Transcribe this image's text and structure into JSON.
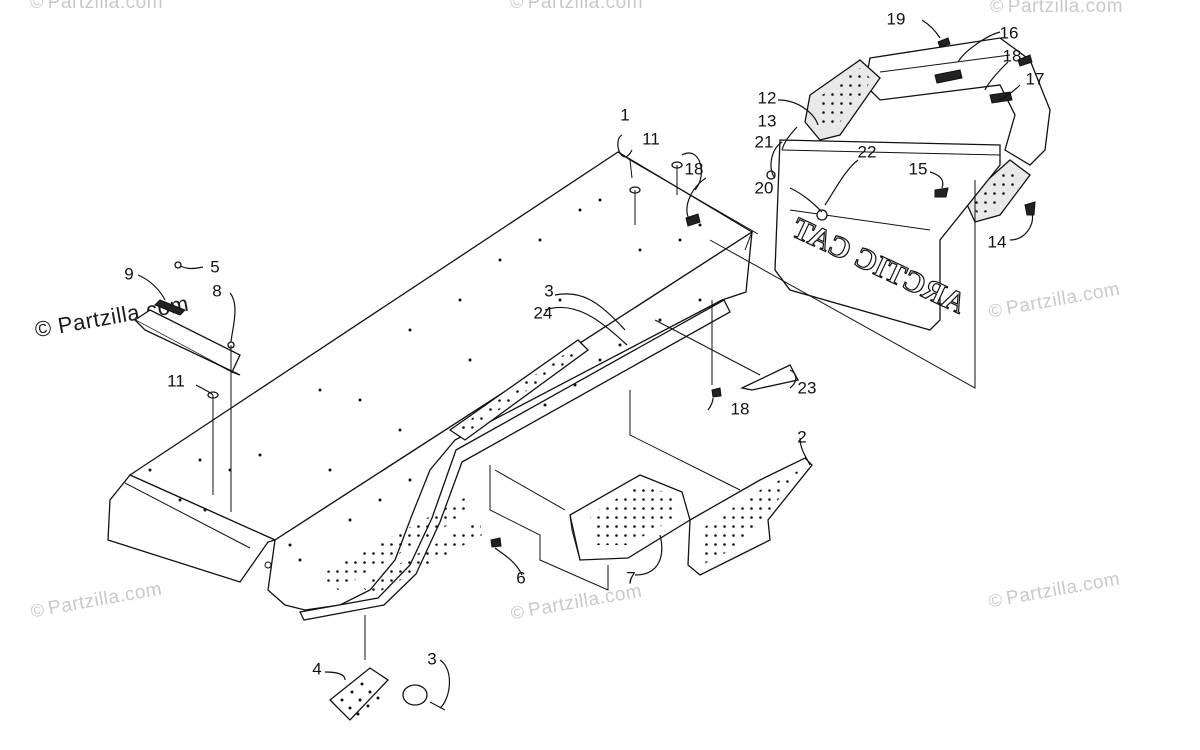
{
  "watermark": {
    "brand": "Partzilla.com",
    "copyright_symbol": "©",
    "prominent": "© Partzilla.com"
  },
  "callouts": [
    "1",
    "2",
    "3",
    "3",
    "4",
    "5",
    "6",
    "7",
    "8",
    "9",
    "11",
    "11",
    "12",
    "13",
    "14",
    "15",
    "16",
    "17",
    "18",
    "18",
    "18",
    "19",
    "20",
    "21",
    "22",
    "23",
    "24"
  ],
  "decal_text": "ARCTIC CAT",
  "colors": {
    "ink": "#111111",
    "watermark": "#c9c9c9",
    "background": "#ffffff"
  }
}
